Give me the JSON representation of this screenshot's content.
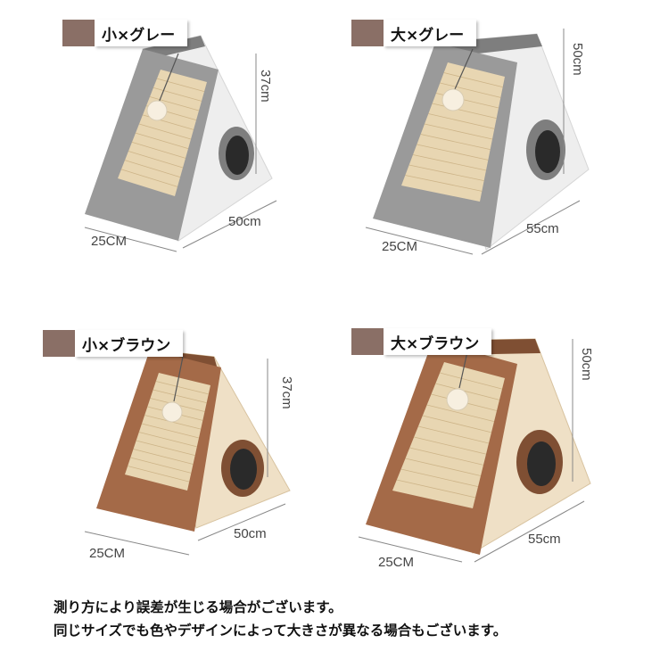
{
  "products": [
    {
      "label": "小×グレー",
      "height": "37cm",
      "depth": "50cm",
      "width": "25CM",
      "color": "gray",
      "frame": "#9a9a9a",
      "frame_dark": "#7e7e7e",
      "side": "#eeeeee",
      "side_dark": "#d6d6d6"
    },
    {
      "label": "大×グレー",
      "height": "50cm",
      "depth": "55cm",
      "width": "25CM",
      "color": "gray",
      "frame": "#9a9a9a",
      "frame_dark": "#7e7e7e",
      "side": "#eeeeee",
      "side_dark": "#d6d6d6"
    },
    {
      "label": "小×ブラウン",
      "height": "37cm",
      "depth": "50cm",
      "width": "25CM",
      "color": "brown",
      "frame": "#a46a48",
      "frame_dark": "#7f4f33",
      "side": "#efe0c6",
      "side_dark": "#d8c3a0"
    },
    {
      "label": "大×ブラウン",
      "height": "50cm",
      "depth": "55cm",
      "width": "25CM",
      "color": "brown",
      "frame": "#a46a48",
      "frame_dark": "#7f4f33",
      "side": "#efe0c6",
      "side_dark": "#d8c3a0"
    }
  ],
  "colors": {
    "tab": "#8a6f66",
    "sisal": "#e8d6b2",
    "sisal_line": "#cdb488",
    "ball": "#f7efe0"
  },
  "notes": [
    "測り方により誤差が生じる場合がございます。",
    "同じサイズでも色やデザインによって大きさが異なる場合もございます。"
  ]
}
